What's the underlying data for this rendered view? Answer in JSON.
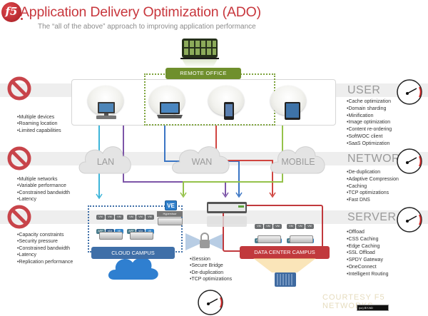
{
  "header": {
    "logo_text": "f5",
    "title": "Application Delivery Optimization (ADO)",
    "subtitle": "The “all of the above” approach to improving application performance"
  },
  "remote_office": {
    "label": "REMOTE OFFICE",
    "building_icon": "office-building-icon"
  },
  "devices": [
    {
      "name": "desktop",
      "icon": "desktop-computer-icon"
    },
    {
      "name": "laptop",
      "icon": "laptop-icon"
    },
    {
      "name": "phone",
      "icon": "smartphone-icon"
    },
    {
      "name": "tablet",
      "icon": "tablet-icon"
    }
  ],
  "clouds": [
    {
      "label": "LAN"
    },
    {
      "label": "WAN"
    },
    {
      "label": "MOBILE"
    }
  ],
  "layers": [
    {
      "label": "USER",
      "issues": [
        "•Multiple devices",
        "•Roaming location",
        "•Limited capabilities"
      ],
      "solutions": [
        "•Cache optimization",
        "•Domain sharding",
        "•Minification",
        "•Image optimization",
        "•Content re-ordering",
        "•SoftWOC client",
        "•SaaS Optimization"
      ]
    },
    {
      "label": "NETWORK",
      "issues": [
        "•Multiple networks",
        "•Variable performance",
        "•Constrained bandwidth",
        "•Latency"
      ],
      "solutions": [
        "•De-duplication",
        "•Adaptive Compression",
        "•Caching",
        "•TCP optimizations",
        "•Fast DNS"
      ]
    },
    {
      "label": "SERVER",
      "issues": [
        "•Capacity constraints",
        "•Security pressure",
        "•Constrained bandwidth",
        "•Latency",
        "•Replication performance"
      ],
      "solutions": [
        "•Offload",
        "•CSS Caching",
        "•Edge Caching",
        "•SSL Offload",
        "•SPDY Gateway",
        "•OneConnect",
        "•Intelligent Routing"
      ]
    }
  ],
  "cloud_campus": {
    "label": "CLOUD CAMPUS",
    "ve_badge": "VE",
    "hypervisor_label": "Hypervisor",
    "chips_top": [
      "VM",
      "VM",
      "VM"
    ],
    "chips_bottom": [
      "APP",
      "VDI",
      "VE"
    ]
  },
  "data_center": {
    "label": "DATA CENTER CAMPUS",
    "chips_top": [
      "VM",
      "VM",
      "VM"
    ],
    "chips_bottom": [
      "APP",
      "VDI",
      "VE"
    ]
  },
  "tunnel": {
    "features": [
      "•iSession",
      "•Secure Bridge",
      "•De-duplication",
      "•TCP optimizations"
    ]
  },
  "footer": {
    "courtesy": "COURTESY F5 NETWORKS",
    "license": "(cc) BY-ND"
  },
  "colors": {
    "brand_red": "#c8373d",
    "remote_green": "#6f8f2d",
    "cloud_blue": "#3f6fa8",
    "line_cyan": "#3db5d9",
    "line_purple": "#7d55a8",
    "line_blue": "#3a75c4",
    "line_red": "#d04540",
    "line_green": "#95c24a"
  }
}
